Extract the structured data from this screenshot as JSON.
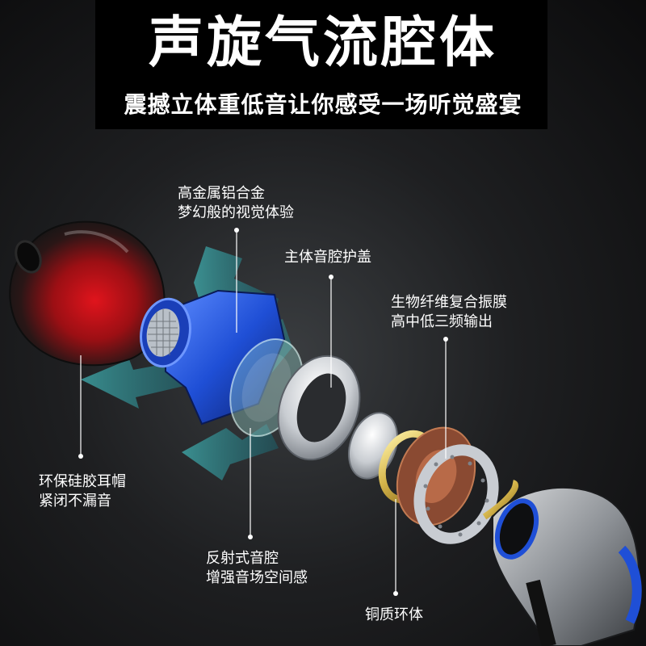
{
  "header": {
    "title": "声旋气流腔体",
    "subtitle": "震撼立体重低音让你感受一场听觉盛宴"
  },
  "callouts": {
    "metal_shell": {
      "line1": "高金属铝合金",
      "line2": "梦幻般的视觉体验"
    },
    "cavity_cover": {
      "line1": "主体音腔护盖"
    },
    "diaphragm": {
      "line1": "生物纤维复合振膜",
      "line2": "高中低三频输出"
    },
    "ear_cap": {
      "line1": "环保硅胶耳帽",
      "line2": "紧闭不漏音"
    },
    "reflex_cavity": {
      "line1": "反射式音腔",
      "line2": "增强音场空间感"
    },
    "copper_ring": {
      "line1": "铜质环体"
    }
  },
  "icons": [
    "silicone-ear-tip-icon",
    "airflow-arrow-icon",
    "blue-metal-shell-icon",
    "cavity-cover-icon",
    "silver-ring-icon",
    "diaphragm-icon",
    "copper-ring-icon",
    "earphone-body-icon"
  ],
  "colors": {
    "accent_blue": "#1f4fd6",
    "teal_arrow": "#2f8f95",
    "ear_tip_red": "#c8141b",
    "copper": "#c58a3a"
  }
}
